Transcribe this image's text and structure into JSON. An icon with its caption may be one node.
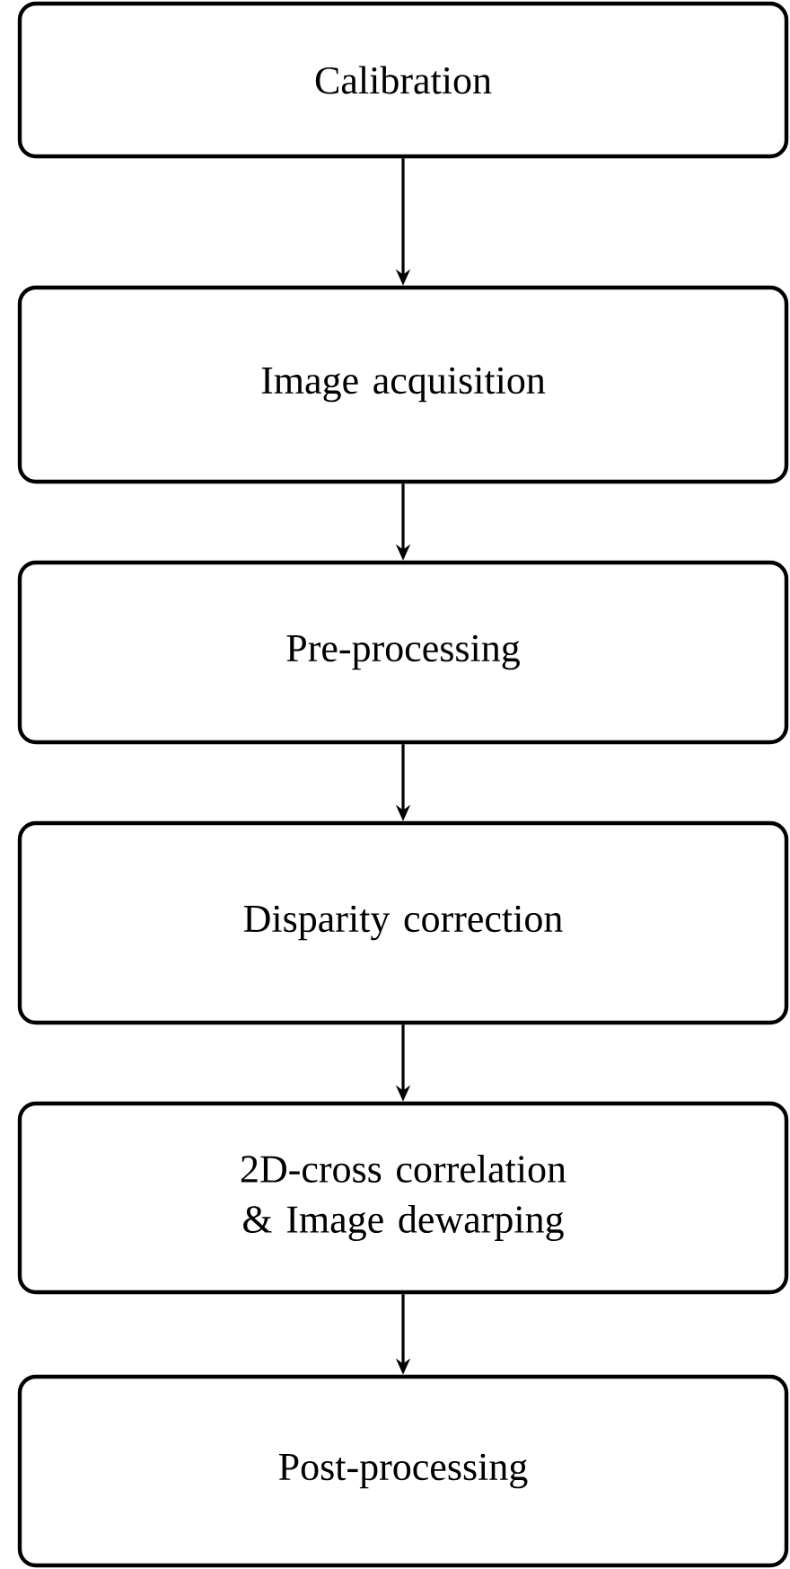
{
  "diagram": {
    "nodes": [
      {
        "text": [
          "Calibration"
        ]
      },
      {
        "text": [
          "Image acquisition"
        ]
      },
      {
        "text": [
          "Pre-processing"
        ]
      },
      {
        "text": [
          "Disparity correction"
        ]
      },
      {
        "text": [
          "2D-cross correlation & Image dewarping"
        ]
      },
      {
        "text": [
          "Post-processing"
        ]
      }
    ],
    "edges": [
      {
        "from": 0,
        "to": 1,
        "arrow": "to"
      },
      {
        "from": 1,
        "to": 2,
        "arrow": "to"
      },
      {
        "from": 2,
        "to": 3,
        "arrow": "to"
      },
      {
        "from": 3,
        "to": 4,
        "arrow": "to"
      },
      {
        "from": 4,
        "to": 5,
        "arrow": "to"
      }
    ]
  }
}
